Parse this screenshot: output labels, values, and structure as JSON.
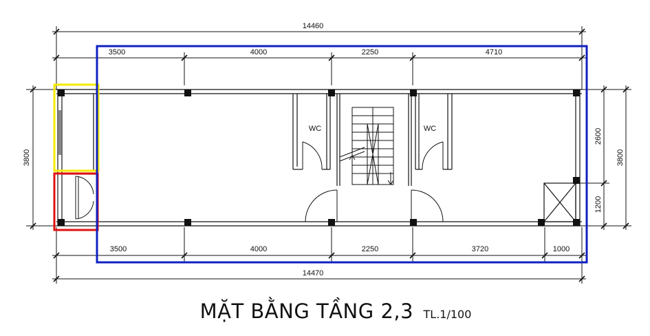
{
  "top_dims": {
    "total": "14460",
    "segments": [
      "3500",
      "4000",
      "2250",
      "4710"
    ]
  },
  "bottom_dims": {
    "total": "14470",
    "segments": [
      "3500",
      "4000",
      "2250",
      "3720",
      "1000"
    ]
  },
  "left_dims": {
    "total": "3800"
  },
  "right_dims": {
    "upper": "2600",
    "lower": "1200",
    "total": "3800"
  },
  "rooms": {
    "wc_left": "WC",
    "wc_right": "WC"
  },
  "title": {
    "main": "MẶT BẰNG TẦNG 2,3",
    "scale": "TL.1/100"
  },
  "highlight_colors": {
    "yellow": "#f5ea00",
    "red": "#e01010",
    "blue": "#1020c0"
  }
}
